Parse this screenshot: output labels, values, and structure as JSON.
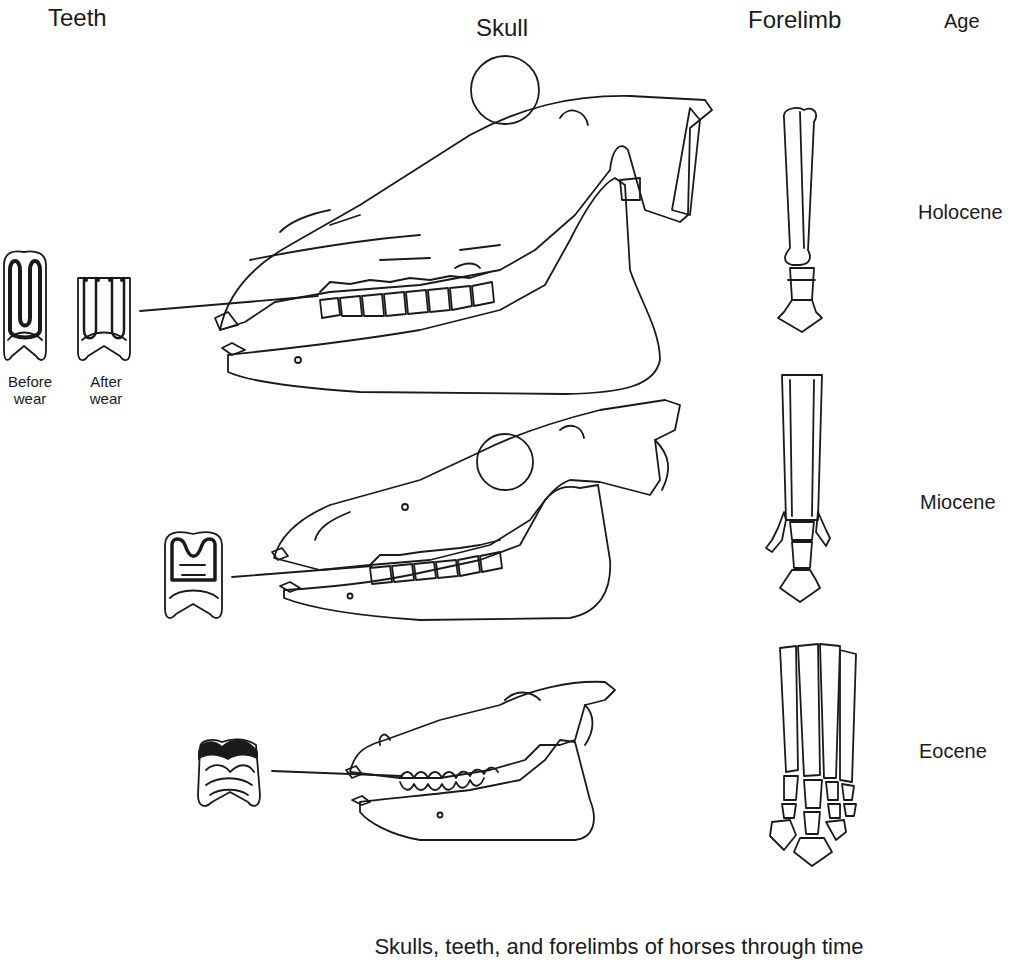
{
  "diagram": {
    "caption": "Skulls, teeth, and forelimbs of horses through time",
    "labels": [
      "Teeth",
      "Skull",
      "Forelimb",
      "Age",
      "Before wear",
      "After wear",
      "Holocene",
      "Miocene",
      "Eocene"
    ]
  }
}
